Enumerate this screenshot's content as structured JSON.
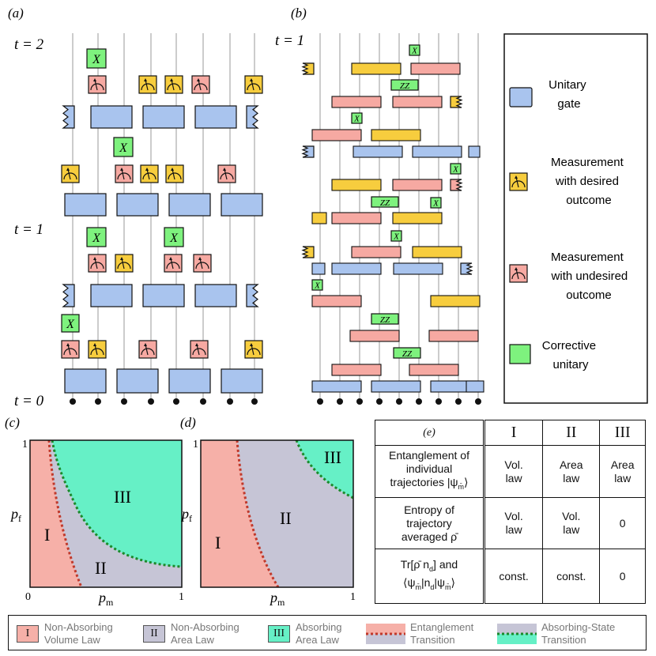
{
  "panels": {
    "a": {
      "label": "(a)",
      "time_labels": [
        "t = 2",
        "t = 1",
        "t = 0"
      ]
    },
    "b": {
      "label": "(b)",
      "time_labels": [
        "t = 1"
      ]
    },
    "c": {
      "label": "(c)"
    },
    "d": {
      "label": "(d)"
    },
    "e": {
      "label": "(e)"
    }
  },
  "legend_right": {
    "items": [
      {
        "label_lines": [
          "Unitary",
          "gate"
        ],
        "color": "#a9c4ee"
      },
      {
        "label_lines": [
          "Measurement",
          "with desired",
          "outcome"
        ],
        "color": "#f7cd3e"
      },
      {
        "label_lines": [
          "Measurement",
          "with undesired",
          "outcome"
        ],
        "color": "#f6a9a2"
      },
      {
        "label_lines": [
          "Corrective",
          "unitary"
        ],
        "color": "#7ef27e"
      }
    ]
  },
  "gate_text": {
    "x": "X",
    "zz": "ZZ"
  },
  "phase_c": {
    "axis": {
      "x_min": "0",
      "x_max": "1",
      "y_max": "1",
      "xlabel": "p",
      "xlabel_sub": "m",
      "ylabel": "p",
      "ylabel_sub": "f"
    },
    "region_labels": [
      "I",
      "II",
      "III"
    ]
  },
  "phase_d": {
    "axis": {
      "x_max": "1",
      "y_max": "1",
      "xlabel": "p",
      "xlabel_sub": "m",
      "ylabel": "p",
      "ylabel_sub": "f"
    },
    "region_labels": [
      "I",
      "II",
      "III"
    ]
  },
  "table": {
    "title": "(e)",
    "columns": [
      "I",
      "II",
      "III"
    ],
    "rows": [
      {
        "head": [
          "Entanglement of",
          "individual",
          "trajectories |ψ",
          "m̄",
          "⟩"
        ],
        "cells": [
          [
            "Vol.",
            "law"
          ],
          [
            "Area",
            "law"
          ],
          [
            "Area",
            "law"
          ]
        ]
      },
      {
        "head": [
          "Entropy of",
          "trajectory",
          "averaged ρ̄"
        ],
        "cells": [
          [
            "Vol.",
            "law"
          ],
          [
            "Vol.",
            "law"
          ],
          [
            "0"
          ]
        ]
      },
      {
        "head": [
          "Tr[ρ̄ n",
          "d",
          "] and",
          "⟨ψ",
          "m̄",
          "|n",
          "d",
          "|ψ",
          "m̄",
          "⟩"
        ],
        "cells": [
          [
            "const."
          ],
          [
            "const."
          ],
          [
            "0"
          ]
        ]
      }
    ]
  },
  "legend_bottom": {
    "items": [
      {
        "swatch_text": "I",
        "lines": [
          "Non-Absorbing",
          "Volume Law"
        ],
        "color": "#f6b0a8"
      },
      {
        "swatch_text": "II",
        "lines": [
          "Non-Absorbing",
          "Area Law"
        ],
        "color": "#c6c5d6"
      },
      {
        "swatch_text": "III",
        "lines": [
          "Absorbing",
          "Area Law"
        ],
        "color": "#66f0c6"
      },
      {
        "swatch_text": "",
        "lines": [
          "Entanglement",
          "Transition"
        ],
        "color": "#c0392b"
      },
      {
        "swatch_text": "",
        "lines": [
          "Absorbing-State",
          "Transition"
        ],
        "color": "#1b8a2b"
      }
    ]
  },
  "colors": {
    "unitary": "#a9c4ee",
    "desired": "#f7cd3e",
    "undesired": "#f6a9a2",
    "corrective": "#7ef27e",
    "region_I": "#f6b0a8",
    "region_II": "#c6c5d6",
    "region_III": "#66f0c6",
    "ent_line": "#c0392b",
    "abs_line": "#1b8a2b"
  }
}
